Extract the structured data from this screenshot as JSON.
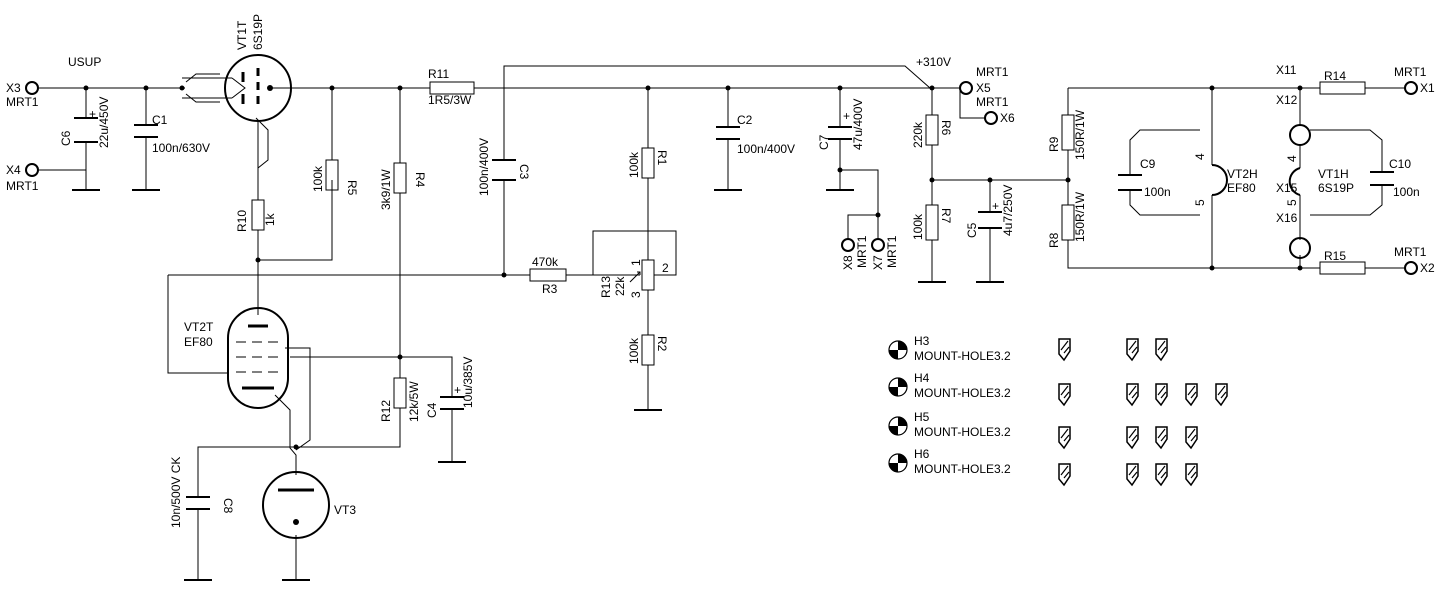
{
  "labels": {
    "usup": "USUP",
    "v310": "+310V",
    "x3": "X3",
    "x4": "X4",
    "x5": "X5",
    "x6": "X6",
    "x7": "X7",
    "x8": "X8",
    "x1": "X1",
    "x2": "X2",
    "x11": "X11",
    "x12": "X12",
    "x15": "X15",
    "x16": "X16",
    "mrt1": "MRT1",
    "vt1t": "VT1T",
    "s6s19p": "6S19P",
    "vt2t": "VT2T",
    "ef80": "EF80",
    "vt3": "VT3",
    "vt2h": "VT2H",
    "vt1h": "VT1H",
    "c6": "C6",
    "c6v": "22u/450V",
    "c1": "C1",
    "c1v": "100n/630V",
    "c2": "C2",
    "c2v": "100n/400V",
    "c3": "C3",
    "c3v": "100n/400V",
    "c4": "C4",
    "c4v": "10u/385V",
    "c5": "C5",
    "c5v": "4u7/250V",
    "c7": "C7",
    "c7v": "47u/400V",
    "c8": "C8",
    "c8v": "10n/500V CK",
    "c9": "C9",
    "c10": "C10",
    "n100": "100n",
    "r1": "R1",
    "r2": "R2",
    "r3": "R3",
    "r4": "R4",
    "r5": "R5",
    "r6": "R6",
    "r7": "R7",
    "r8": "R8",
    "r9": "R9",
    "r10": "R10",
    "r11": "R11",
    "r12": "R12",
    "r13": "R13",
    "r14": "R14",
    "r15": "R15",
    "k100": "100k",
    "k470": "470k",
    "k220": "220k",
    "k1": "1k",
    "k22": "22k",
    "r4v": "3k9/1W",
    "r11v": "1R5/3W",
    "r12v": "12k/5W",
    "r150": "150R/1W",
    "pin1": "1",
    "pin2": "2",
    "pin3": "3",
    "pin4": "4",
    "pin5": "5",
    "h3": "H3",
    "h4": "H4",
    "h5": "H5",
    "h6": "H6",
    "mount": "MOUNT-HOLE3.2",
    "plus": "+"
  }
}
